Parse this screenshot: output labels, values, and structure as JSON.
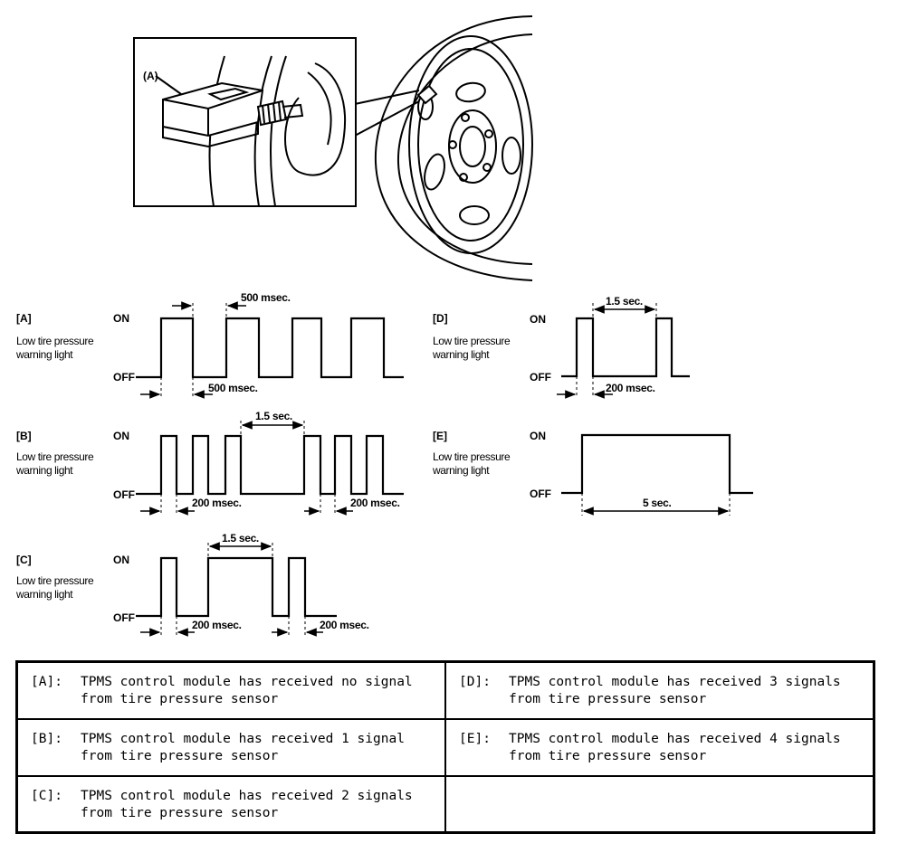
{
  "illustration": {
    "callout_label": "(A)"
  },
  "diagrams": {
    "on_label": "ON",
    "off_label": "OFF",
    "light_label": "Low tire pressure warning light",
    "A": {
      "tag": "[A]",
      "top_dim": "500 msec.",
      "bottom_dim": "500 msec."
    },
    "B": {
      "tag": "[B]",
      "top_dim": "1.5 sec.",
      "bottom_dim_left": "200 msec.",
      "bottom_dim_right": "200 msec."
    },
    "C": {
      "tag": "[C]",
      "top_dim": "1.5 sec.",
      "bottom_dim_left": "200 msec.",
      "bottom_dim_right": "200 msec."
    },
    "D": {
      "tag": "[D]",
      "top_dim": "1.5 sec.",
      "bottom_dim": "200 msec."
    },
    "E": {
      "tag": "[E]",
      "bottom_dim": "5 sec."
    }
  },
  "legend": {
    "A": {
      "key": "[A]:",
      "text": "TPMS control module has received no signal from tire pressure sensor"
    },
    "B": {
      "key": "[B]:",
      "text": "TPMS control module has received 1 signal from tire pressure sensor"
    },
    "C": {
      "key": "[C]:",
      "text": "TPMS control module has received 2 signals from tire pressure sensor"
    },
    "D": {
      "key": "[D]:",
      "text": "TPMS control module has received 3 signals from tire pressure sensor"
    },
    "E": {
      "key": "[E]:",
      "text": "TPMS control module has received 4 signals from tire pressure sensor"
    }
  }
}
